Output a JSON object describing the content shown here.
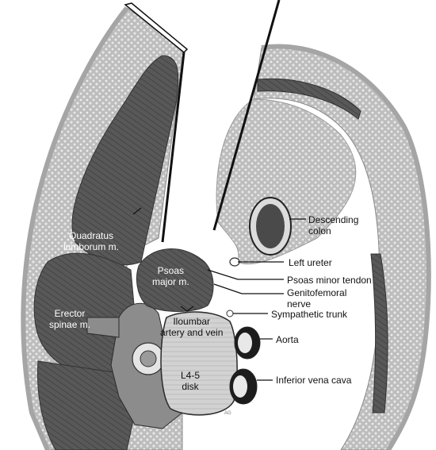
{
  "labels": {
    "descending_colon": [
      "Descending",
      "colon"
    ],
    "quadratus": [
      "Quadratus",
      "lumborum m."
    ],
    "left_ureter": "Left ureter",
    "psoas_major": [
      "Psoas",
      "major m."
    ],
    "psoas_minor_tendon": "Psoas minor tendon",
    "genitofemoral": [
      "Genitofemoral",
      "nerve"
    ],
    "sympathetic_trunk": "Sympathetic trunk",
    "erector": [
      "Erector",
      "spinae m."
    ],
    "iloumbar": [
      "Iloumbar",
      "artery and vein"
    ],
    "aorta": "Aorta",
    "disk": [
      "L4-5",
      "disk"
    ],
    "ivc": "Inferior vena cava"
  },
  "signature": "AG",
  "colors": {
    "muscle": "#5a5a5a",
    "muscle_dark": "#3a3a3a",
    "fat": "#c9c9c9",
    "skin": "#d9d9d9",
    "bone": "#8a8a8a",
    "disk": "#d4d4d4",
    "line": "#1a1a1a"
  }
}
